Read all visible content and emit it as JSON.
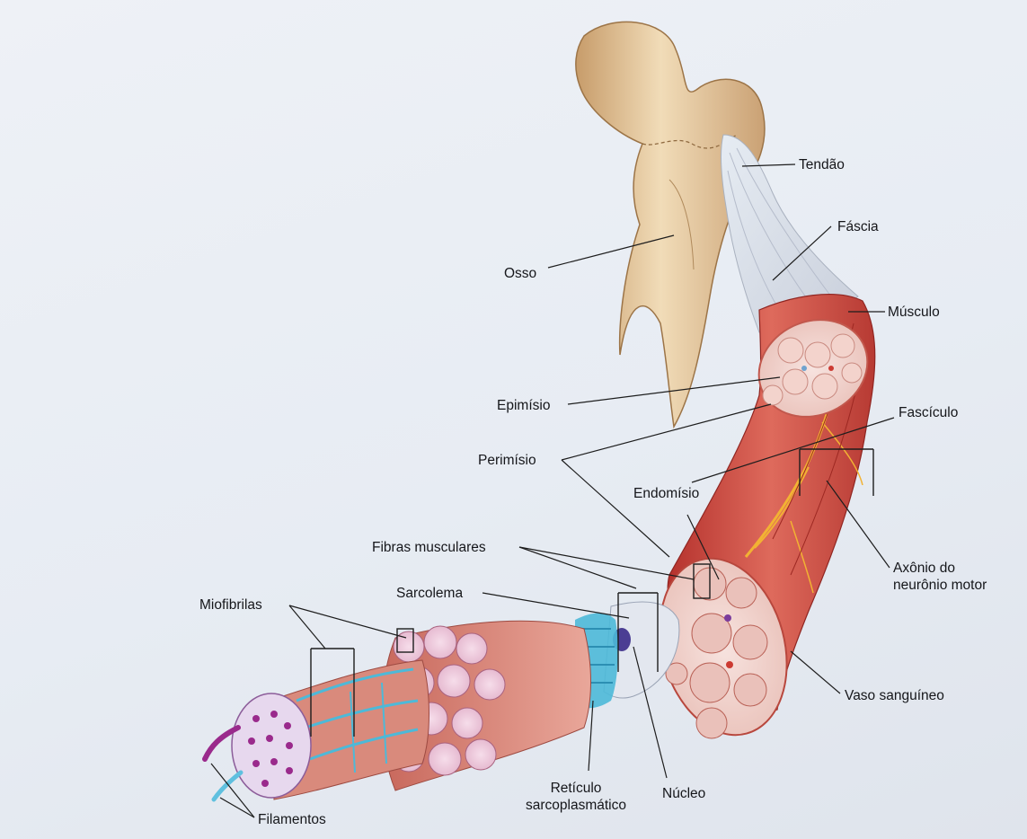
{
  "labels": {
    "tendao": "Tendão",
    "fascia": "Fáscia",
    "osso": "Osso",
    "musculo": "Músculo",
    "epimisio": "Epimísio",
    "fasciculo": "Fascículo",
    "perimisio": "Perimísio",
    "endomisio": "Endomísio",
    "fibras_musculares": "Fibras musculares",
    "sarcolema": "Sarcolema",
    "miofibrilas": "Miofibrilas",
    "axonio": "Axônio do\nneurônio motor",
    "vaso": "Vaso sanguíneo",
    "reticulo": "Retículo\nsarcoplasmático",
    "nucleo": "Núcleo",
    "filamentos": "Filamentos"
  },
  "colors": {
    "bone": "#e9cfa8",
    "tendon": "#d7dde6",
    "muscle": "#c8443c",
    "muscle_light": "#e38b7d",
    "fascicle_section": "#f0d2cc",
    "nerve": "#f2b233",
    "reticulum": "#39b6d8",
    "filament": "#9a2a8c"
  }
}
